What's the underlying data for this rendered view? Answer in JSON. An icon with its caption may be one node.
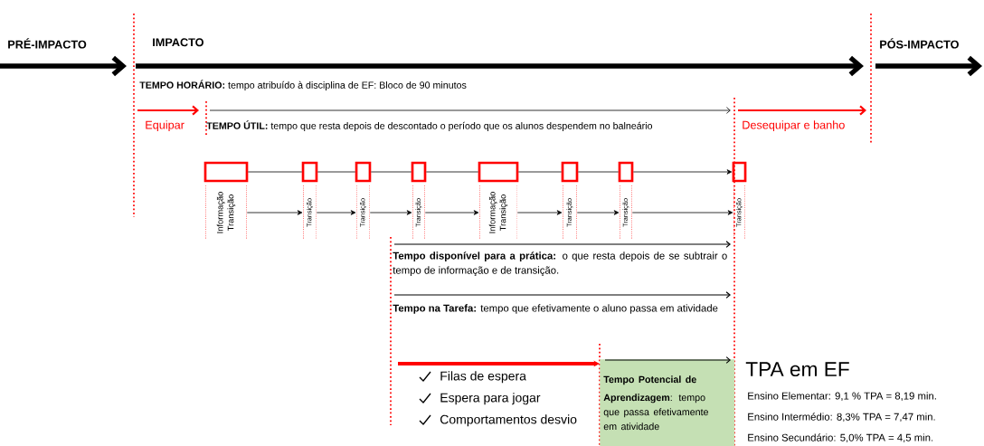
{
  "diagram": {
    "nodes": [
      {
        "text": [],
        "shape": "box"
      },
      {
        "text": [],
        "shape": "box"
      },
      {
        "text": [],
        "shape": "box"
      },
      {
        "text": [],
        "shape": "box"
      },
      {
        "text": [],
        "shape": "box"
      },
      {
        "text": [],
        "shape": "box"
      },
      {
        "text": [],
        "shape": "box"
      },
      {
        "text": [],
        "shape": "box"
      },
      {
        "text": [
          "Informação",
          "Transição"
        ]
      },
      {
        "text": [
          "Transição"
        ]
      },
      {
        "text": [
          "Transição"
        ]
      },
      {
        "text": [
          "Transição"
        ]
      },
      {
        "text": [
          "Informação",
          "Transição"
        ]
      },
      {
        "text": [
          "Transição"
        ]
      },
      {
        "text": [
          "Transição"
        ]
      },
      {
        "text": [
          "Transição"
        ]
      },
      {
        "text": [
          "**Tempo Potencial de Aprendizagem**: tempo que passa efetivamente em atividade"
        ]
      }
    ],
    "edges": [
      {
        "from": 0,
        "to": 1,
        "arrow": "none"
      },
      {
        "from": 1,
        "to": 2,
        "arrow": "none"
      },
      {
        "from": 2,
        "to": 3,
        "arrow": "none"
      },
      {
        "from": 3,
        "to": 4,
        "arrow": "none"
      },
      {
        "from": 4,
        "to": 5,
        "arrow": "none"
      },
      {
        "from": 5,
        "to": 6,
        "arrow": "none"
      },
      {
        "from": 6,
        "to": 7,
        "arrow": "to"
      },
      {
        "from": 8,
        "to": 9,
        "arrow": "to"
      },
      {
        "from": 9,
        "to": 10,
        "arrow": "to"
      },
      {
        "from": 10,
        "to": 11,
        "arrow": "to"
      },
      {
        "from": 11,
        "to": 12,
        "arrow": "to"
      },
      {
        "from": 12,
        "to": 13,
        "arrow": "to"
      },
      {
        "from": 13,
        "to": 14,
        "arrow": "to"
      },
      {
        "from": 14,
        "to": 15,
        "arrow": "to"
      },
      {
        "from": null,
        "to": 16,
        "arrow": "to",
        "style": "thick",
        "color": "#ff0000"
      }
    ],
    "labels": [
      "PRÉ-IMPACTO",
      "IMPACTO",
      "PÓS-IMPACTO",
      "**TEMPO HORÁRIO:** tempo atribuído à disciplina de EF: Bloco de 90 minutos",
      "Equipar",
      "**TEMPO ÚTIL:** tempo que resta depois de descontado o período que os alunos despendem no balneário",
      "Desequipar e banho",
      "**Tempo disponível para a prática:** o que resta depois de se subtrair o tempo de informação e de transição.",
      "**Tempo na Tarefa:** tempo que efetivamente o aluno passa em atividade",
      "Filas de espera",
      "Espera para jogar",
      "Comportamentos desvio",
      "TPA em EF",
      "Ensino Elementar: 9,1 % TPA = 8,19 min.",
      "Ensino Intermédio: 8,3% TPA = 7,47 min.",
      "Ensino Secundário: 5,0% TPA = 4,5 min."
    ]
  }
}
